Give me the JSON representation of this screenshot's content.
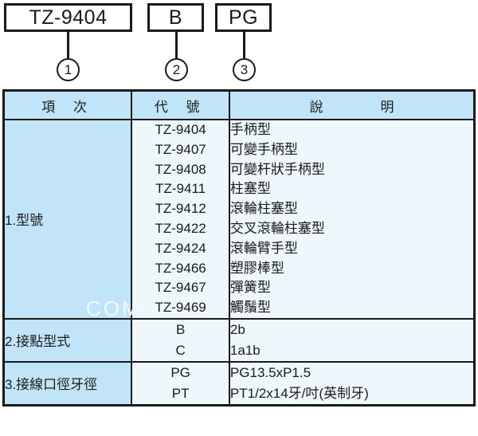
{
  "diagram": {
    "boxes": [
      {
        "name": "model-code",
        "value": "TZ-9404",
        "ref": "1"
      },
      {
        "name": "contact-code",
        "value": "B",
        "ref": "2"
      },
      {
        "name": "thread-code",
        "value": "PG",
        "ref": "3"
      }
    ],
    "ref_labels": [
      "1",
      "2",
      "3"
    ]
  },
  "table": {
    "headers": {
      "item": "項 次",
      "code": "代 號",
      "description_left": "說",
      "description_right": "明"
    },
    "sections": [
      {
        "item": "1.型號",
        "rows": [
          {
            "code": "TZ-9404",
            "description": "手柄型"
          },
          {
            "code": "TZ-9407",
            "description": "可變手柄型"
          },
          {
            "code": "TZ-9408",
            "description": "可變杆狀手柄型"
          },
          {
            "code": "TZ-9411",
            "description": "柱塞型"
          },
          {
            "code": "TZ-9412",
            "description": "滾輪柱塞型"
          },
          {
            "code": "TZ-9422",
            "description": "交叉滾輪柱塞型"
          },
          {
            "code": "TZ-9424",
            "description": "滾輪臂手型"
          },
          {
            "code": "TZ-9466",
            "description": "塑膠棒型"
          },
          {
            "code": "TZ-9467",
            "description": "彈簧型"
          },
          {
            "code": "TZ-9469",
            "description": "觸鬚型"
          }
        ]
      },
      {
        "item": "2.接點型式",
        "rows": [
          {
            "code": "B",
            "description": "2b"
          },
          {
            "code": "C",
            "description": "1a1b"
          }
        ]
      },
      {
        "item": "3.接線口徑牙徑",
        "rows": [
          {
            "code": "PG",
            "description": "PG13.5xP1.5"
          },
          {
            "code": "PT",
            "description": "PT1/2x14牙/吋(英制牙)"
          }
        ]
      }
    ]
  },
  "watermark": "COM",
  "colors": {
    "header_blue": "#c2e4f8",
    "body_blue": "#eef7fc",
    "line_black": "#1a1a1a",
    "page_white": "#ffffff"
  }
}
